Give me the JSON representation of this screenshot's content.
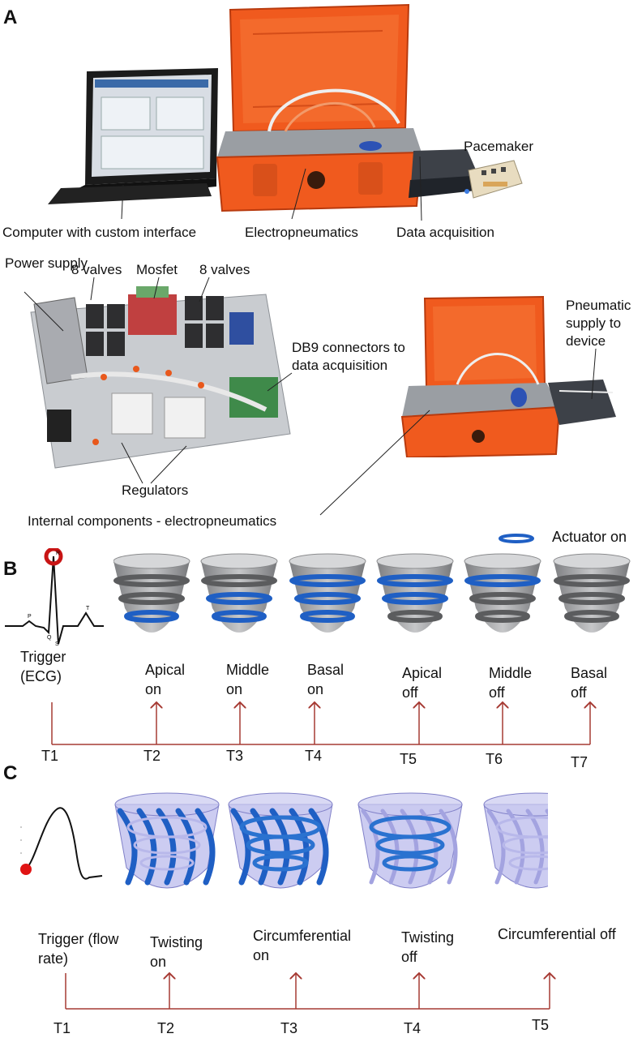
{
  "panels": {
    "a": "A",
    "b": "B",
    "c": "C"
  },
  "panel_a": {
    "labels": {
      "computer": "Computer with custom interface",
      "electropneumatics": "Electropneumatics",
      "data_acquisition": "Data acquisition",
      "pacemaker": "Pacemaker",
      "power_supply": "Power supply",
      "valves_left": "8 valves",
      "mosfet": "Mosfet",
      "valves_right": "8 valves",
      "db9": "DB9 connectors to data acquisition",
      "pneumatic_supply": "Pneumatic supply to device",
      "regulators": "Regulators",
      "internal": "Internal components - electropneumatics"
    }
  },
  "panel_b": {
    "legend": "Actuator on",
    "trigger": "Trigger (ECG)",
    "ecg_marks": {
      "p": "P",
      "q": "Q",
      "r": "R",
      "s": "S",
      "t": "T"
    },
    "events": [
      {
        "line1": "Apical",
        "line2": "on"
      },
      {
        "line1": "Middle",
        "line2": "on"
      },
      {
        "line1": "Basal",
        "line2": "on"
      },
      {
        "line1": "Apical",
        "line2": "off"
      },
      {
        "line1": "Middle",
        "line2": "off"
      },
      {
        "line1": "Basal",
        "line2": "off"
      }
    ],
    "times": [
      "T1",
      "T2",
      "T3",
      "T4",
      "T5",
      "T6",
      "T7"
    ]
  },
  "panel_c": {
    "trigger": "Trigger (flow rate)",
    "events": [
      {
        "line1": "Twisting",
        "line2": "on"
      },
      {
        "line1": "Circumferential",
        "line2": "on"
      },
      {
        "line1": "Twisting",
        "line2": "off"
      },
      {
        "line1": "Circumferential off",
        "line2": ""
      }
    ],
    "times": [
      "T1",
      "T2",
      "T3",
      "T4",
      "T5"
    ]
  },
  "colors": {
    "case_orange": "#f05a1e",
    "actuator_blue": "#1f5fc4",
    "timeline_red": "#a63a33",
    "cone_gray": "#a9aaac",
    "ring_gray": "#5b5c5e",
    "sleeve_purple": "#8f8fe0"
  }
}
